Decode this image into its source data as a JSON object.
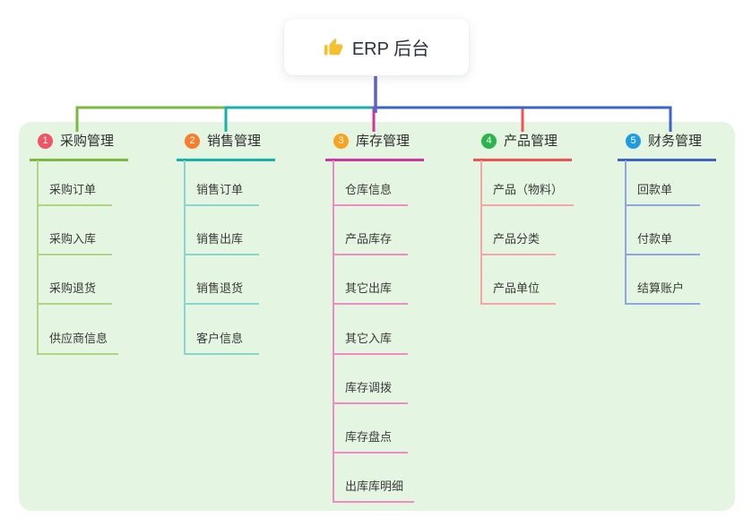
{
  "root": {
    "title": "ERP 后台",
    "icon": "thumbs-up-icon",
    "icon_color": "#f5c02e"
  },
  "colors": {
    "trunk_line": "#5b61d5",
    "panel_background": "#e4f5e1",
    "canvas_background": "#ffffff",
    "text_dark": "#2f2f2f"
  },
  "branches": [
    {
      "number": "1",
      "label": "采购管理",
      "badge_color": "#ef5467",
      "line_color": "#7cb93f",
      "child_line_color": "#aed581",
      "children": [
        "采购订单",
        "采购入库",
        "采购退货",
        "供应商信息"
      ]
    },
    {
      "number": "2",
      "label": "销售管理",
      "badge_color": "#f67e2d",
      "line_color": "#14b2ab",
      "child_line_color": "#85d6d0",
      "children": [
        "销售订单",
        "销售出库",
        "销售退货",
        "客户信息"
      ]
    },
    {
      "number": "3",
      "label": "库存管理",
      "badge_color": "#f7a31f",
      "line_color": "#d1359e",
      "child_line_color": "#ef8ac6",
      "children": [
        "仓库信息",
        "产品库存",
        "其它出库",
        "其它入库",
        "库存调拨",
        "库存盘点",
        "出库库明细"
      ]
    },
    {
      "number": "4",
      "label": "产品管理",
      "badge_color": "#2cb34c",
      "line_color": "#f45251",
      "child_line_color": "#f9a5a3",
      "children": [
        "产品（物料）",
        "产品分类",
        "产品单位"
      ]
    },
    {
      "number": "5",
      "label": "财务管理",
      "badge_color": "#219bdf",
      "line_color": "#3d63c9",
      "child_line_color": "#8fa6e0",
      "children": [
        "回款单",
        "付款单",
        "结算账户"
      ]
    }
  ]
}
